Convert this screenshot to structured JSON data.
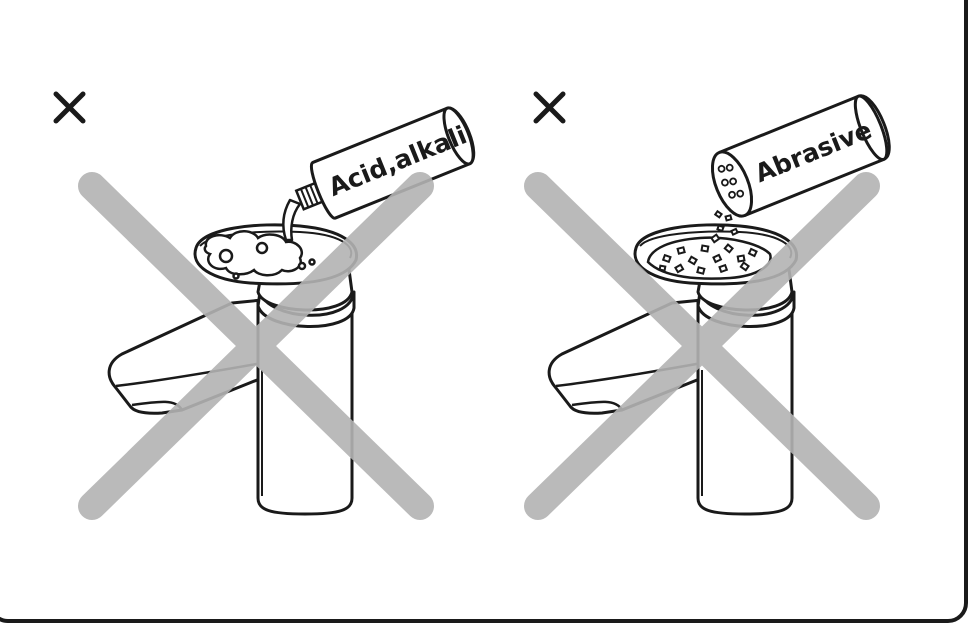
{
  "panels": [
    {
      "id": "acid-alkali",
      "marker": "prohibited",
      "container_label": "Acid,alkali"
    },
    {
      "id": "abrasive",
      "marker": "prohibited",
      "container_label": "Abrasive"
    }
  ],
  "colors": {
    "line": "#1a1a1a",
    "cross": "#b3b3b3",
    "background": "#ffffff"
  }
}
